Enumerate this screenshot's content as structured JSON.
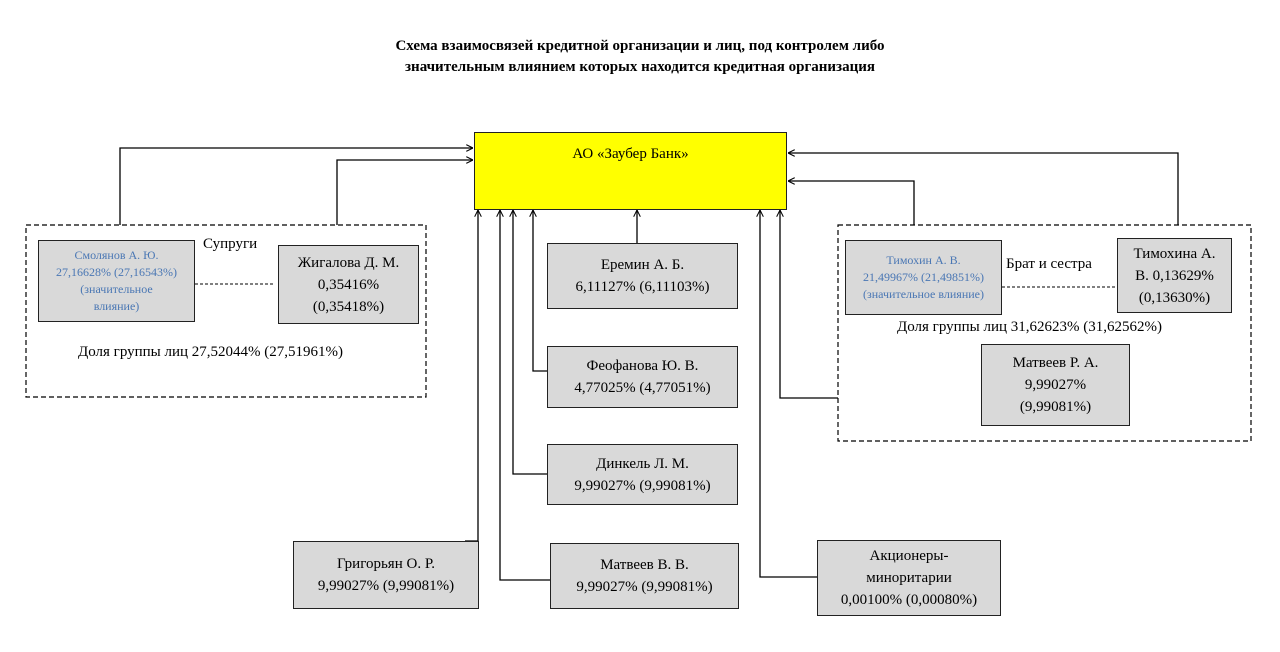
{
  "title": {
    "line1": "Схема взаимосвязей кредитной организации и лиц, под контролем либо",
    "line2": "значительным влиянием которых находится кредитная организация"
  },
  "bank": {
    "name": "АО «Заубер Банк»",
    "color": "#ffff00"
  },
  "left_group": {
    "relation": "Супруги",
    "share": "Доля группы лиц 27,52044% (27,51961%)",
    "smolyanov": {
      "name": "Смолянов А. Ю.",
      "share": "27,16628% (27,16543%)",
      "note1": "(значительное",
      "note2": "влияние)"
    },
    "zhigalova": {
      "name": "Жигалова Д. М.",
      "share1": "0,35416%",
      "share2": "(0,35418%)"
    }
  },
  "right_group": {
    "relation": "Брат и сестра",
    "share": "Доля группы лиц 31,62623% (31,62562%)",
    "timokhin": {
      "name": "Тимохин А. В.",
      "share": "21,49967% (21,49851%)",
      "note": "(значительное влияние)"
    },
    "timokhina": {
      "line1": "Тимохина А.",
      "line2": "В. 0,13629%",
      "line3": "(0,13630%)"
    },
    "matveev_r": {
      "name": "Матвеев Р. А.",
      "share1": "9,99027%",
      "share2": "(9,99081%)"
    }
  },
  "eremin": {
    "name": "Еремин А. Б.",
    "share": "6,11127% (6,11103%)"
  },
  "feofanova": {
    "name": "Феофанова Ю. В.",
    "share": "4,77025% (4,77051%)"
  },
  "dinkel": {
    "name": "Динкель Л. М.",
    "share": "9,99027% (9,99081%)"
  },
  "grigoryan": {
    "name": "Григорьян О. Р.",
    "share": "9,99027% (9,99081%)"
  },
  "matveev_v": {
    "name": "Матвеев В. В.",
    "share": "9,99027% (9,99081%)"
  },
  "minority": {
    "line1": "Акционеры-",
    "line2": "миноритарии",
    "share": "0,00100% (0,00080%)"
  },
  "colors": {
    "box_fill": "#d9d9d9",
    "highlight_text": "#4a77b4"
  }
}
